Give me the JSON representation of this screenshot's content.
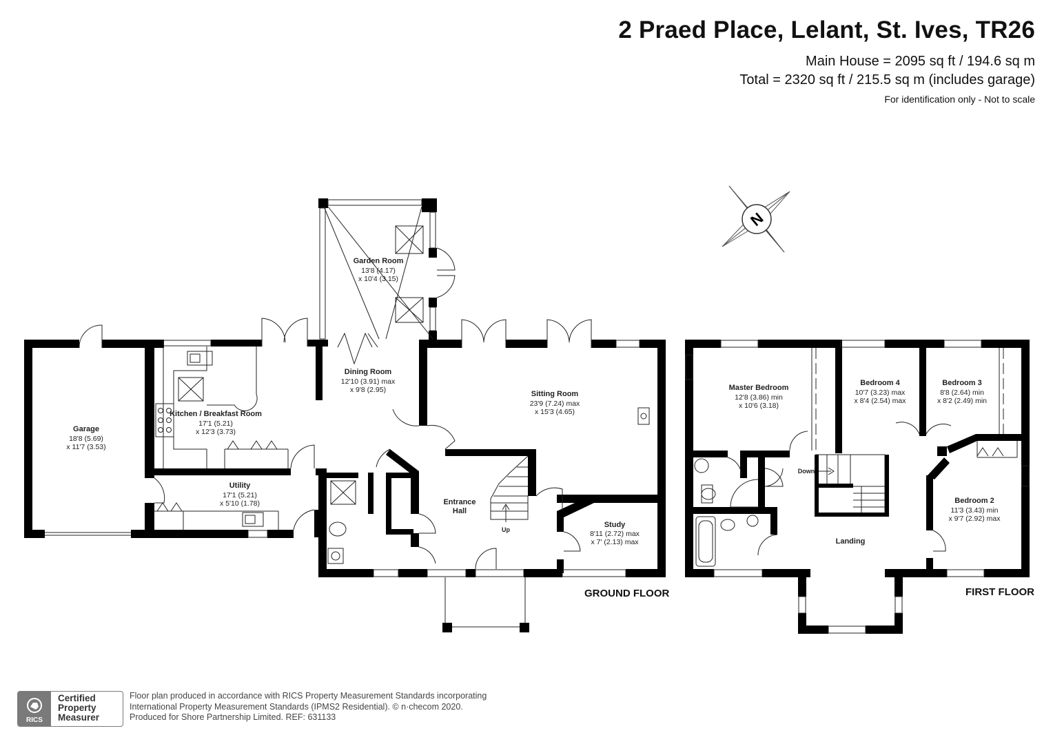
{
  "header": {
    "title": "2 Praed Place, Lelant, St. Ives, TR26",
    "area_main": "Main House = 2095 sq ft / 194.6 sq m",
    "area_total": "Total = 2320 sq ft / 215.5 sq m (includes garage)",
    "note": "For identification only - Not to scale"
  },
  "compass": {
    "letter": "N",
    "icon": "compass-icon"
  },
  "ground_floor": {
    "label": "GROUND FLOOR",
    "rooms": {
      "garden_room": {
        "name": "Garden Room",
        "dims": [
          "13'8 (4.17)",
          "x 10'4 (3.15)"
        ]
      },
      "dining_room": {
        "name": "Dining Room",
        "dims": [
          "12'10 (3.91) max",
          "x 9'8 (2.95)"
        ]
      },
      "sitting_room": {
        "name": "Sitting Room",
        "dims": [
          "23'9 (7.24) max",
          "x 15'3 (4.65)"
        ]
      },
      "kitchen": {
        "name": "Kitchen / Breakfast Room",
        "dims": [
          "17'1 (5.21)",
          "x 12'3 (3.73)"
        ]
      },
      "garage": {
        "name": "Garage",
        "dims": [
          "18'8 (5.69)",
          "x 11'7 (3.53)"
        ]
      },
      "utility": {
        "name": "Utility",
        "dims": [
          "17'1 (5.21)",
          "x 5'10 (1.78)"
        ]
      },
      "entrance_hall": {
        "name": [
          "Entrance",
          "Hall"
        ]
      },
      "study": {
        "name": "Study",
        "dims": [
          "8'11 (2.72) max",
          "x 7' (2.13) max"
        ]
      }
    },
    "stair_label": "Up"
  },
  "first_floor": {
    "label": "FIRST FLOOR",
    "rooms": {
      "master_bedroom": {
        "name": "Master Bedroom",
        "dims": [
          "12'8 (3.86) min",
          "x 10'6 (3.18)"
        ]
      },
      "bedroom_4": {
        "name": "Bedroom 4",
        "dims": [
          "10'7 (3.23) max",
          "x 8'4 (2.54) max"
        ]
      },
      "bedroom_3": {
        "name": "Bedroom 3",
        "dims": [
          "8'8 (2.64) min",
          "x 8'2 (2.49) min"
        ]
      },
      "bedroom_2": {
        "name": "Bedroom 2",
        "dims": [
          "11'3 (3.43) min",
          "x 9'7 (2.92) max"
        ]
      },
      "landing": {
        "name": "Landing"
      }
    },
    "stair_label": "Down"
  },
  "footer": {
    "badge_org": "RICS",
    "badge_lines": [
      "Certified",
      "Property",
      "Measurer"
    ],
    "text_lines": [
      "Floor plan produced in accordance with RICS Property Measurement Standards incorporating",
      "International Property Measurement Standards (IPMS2 Residential).   © n·checom 2020.",
      "Produced for Shore Partnership Limited.   REF:  631133"
    ]
  },
  "colors": {
    "wall": "#000000",
    "fixture": "#333333",
    "badge": "#7a7a7a"
  }
}
